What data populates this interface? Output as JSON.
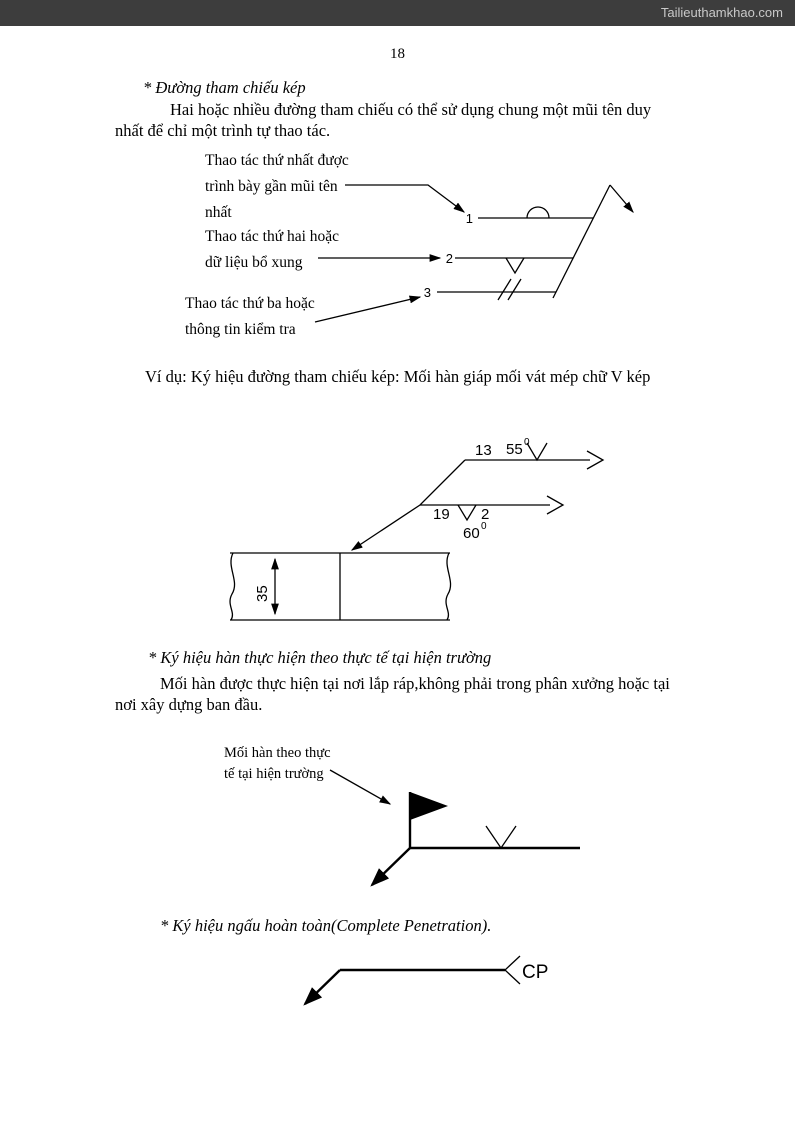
{
  "topbar": {
    "site": "Tailieuthamkhao.com"
  },
  "page_number": "18",
  "section1": {
    "heading": "* Đường tham chiếu kép",
    "body": "Hai hoặc nhiều đường tham chiếu có thể sử dụng chung một mũi tên duy nhất để chỉ một trình tự thao tác."
  },
  "diagram1": {
    "label_first": "Thao tác thứ nhất được trình bày gần mũi tên nhất",
    "label_second": "Thao tác thứ hai hoặc dữ liệu bổ xung",
    "label_third": "Thao tác thứ ba hoặc thông tin kiểm tra",
    "ref1": "1",
    "ref2": "2",
    "ref3": "3"
  },
  "example": {
    "body": "Ví dụ: Ký hiệu đường tham chiếu kép: Mối hàn giáp mối vát mép chữ V kép"
  },
  "diagram2": {
    "dim_13": "13",
    "angle_55": "55",
    "angle_55_sup": "0",
    "dim_19": "19",
    "dim_2": "2",
    "angle_60": "60",
    "angle_60_sup": "0",
    "thickness_35": "35"
  },
  "section2": {
    "heading": "* Ký hiệu hàn thực hiện theo thực tế tại hiện trường",
    "body": "Mối hàn được thực hiện tại nơi lắp ráp,không phải trong phân xưởng hoặc tại nơi xây dựng ban đầu."
  },
  "diagram3": {
    "label": "Mối hàn theo thực tế tại hiện trường"
  },
  "section3": {
    "heading": "* Ký hiệu ngấu hoàn toàn(Complete Penetration)."
  },
  "diagram4": {
    "label": "CP"
  },
  "colors": {
    "topbar_bg": "#3d3d3d",
    "topbar_text": "#c9c9c9",
    "ink": "#000000",
    "paper": "#ffffff"
  }
}
